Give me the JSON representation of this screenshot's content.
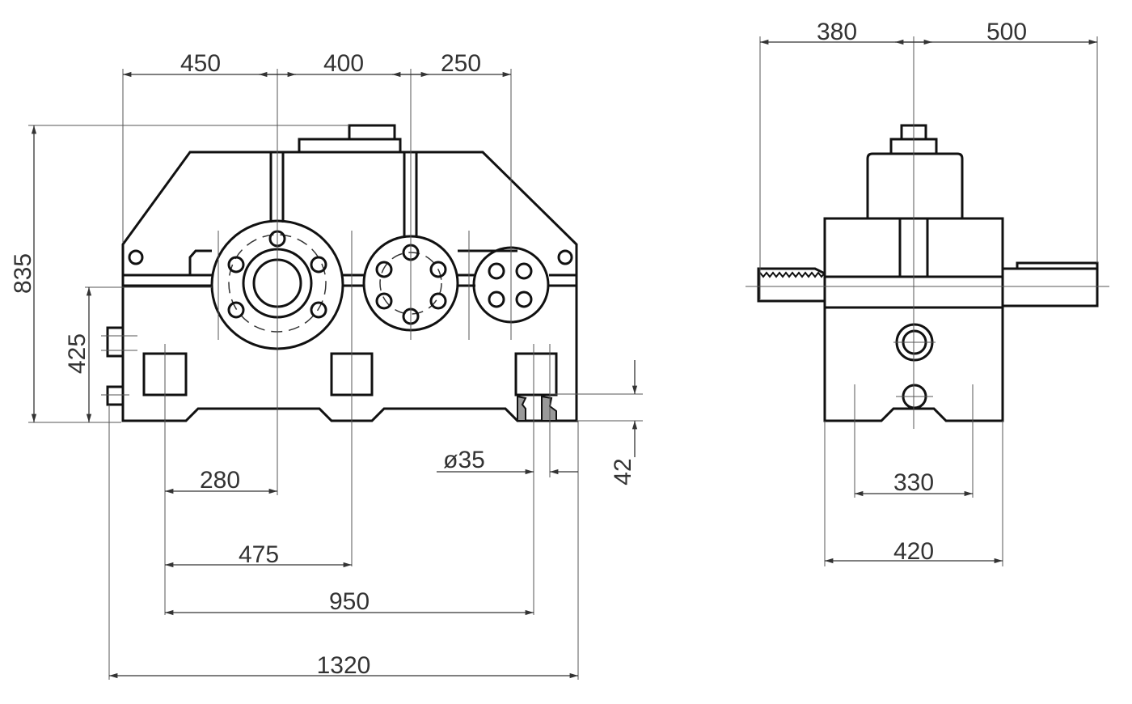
{
  "front_view": {
    "dimensions": {
      "top_1": "450",
      "top_2": "400",
      "top_3": "250",
      "height_total": "835",
      "height_shaft": "425",
      "d_280": "280",
      "d_475": "475",
      "d_950": "950",
      "d_1320": "1320",
      "bolt_hole": "ø35",
      "foot_thickness": "42"
    }
  },
  "side_view": {
    "dimensions": {
      "left_shaft": "380",
      "right_shaft": "500",
      "foot_inner": "330",
      "foot_outer": "420"
    }
  }
}
